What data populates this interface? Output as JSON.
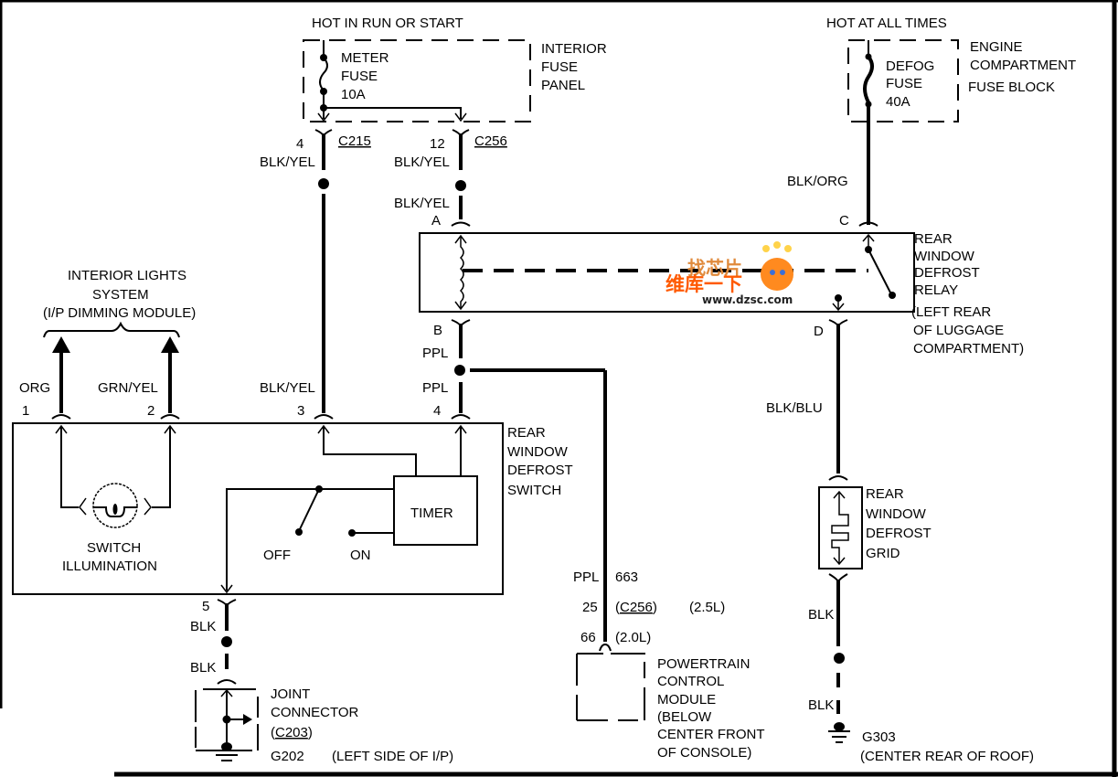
{
  "title": "Rear Window Defrost Circuit",
  "fuses": {
    "meter": {
      "power_label": "HOT IN RUN OR START",
      "lines": [
        "METER",
        "FUSE",
        "10A"
      ],
      "panel_lines": [
        "INTERIOR",
        "FUSE",
        "PANEL"
      ]
    },
    "defog": {
      "power_label": "HOT AT ALL TIMES",
      "lines": [
        "DEFOG",
        "FUSE",
        "40A"
      ],
      "panel_lines": [
        "ENGINE",
        "COMPARTMENT",
        "FUSE BLOCK"
      ]
    }
  },
  "connectors": {
    "c215": {
      "pin": "4",
      "name": "C215",
      "wire": "BLK/YEL"
    },
    "c256": {
      "pin": "12",
      "name": "C256",
      "wire": "BLK/YEL"
    }
  },
  "relay": {
    "lines": [
      "REAR",
      "WINDOW",
      "DEFROST",
      "RELAY",
      "(LEFT REAR",
      "OF LUGGAGE",
      "COMPARTMENT)"
    ],
    "pins": {
      "a": "A",
      "b": "B",
      "c": "C",
      "d": "D"
    },
    "wire_a": "BLK/YEL",
    "wire_b": "PPL",
    "wire_c": "BLK/ORG",
    "wire_d": "BLK/BLU"
  },
  "interior_lights": {
    "lines": [
      "INTERIOR LIGHTS",
      "SYSTEM",
      "(I/P DIMMING MODULE)"
    ]
  },
  "switch": {
    "lines": [
      "REAR",
      "WINDOW",
      "DEFROST",
      "SWITCH"
    ],
    "pins": [
      {
        "pin": "1",
        "wire": "ORG"
      },
      {
        "pin": "2",
        "wire": "GRN/YEL"
      },
      {
        "pin": "3",
        "wire": "BLK/YEL"
      },
      {
        "pin": "4",
        "wire": "PPL"
      }
    ],
    "illumination": [
      "SWITCH",
      "ILLUMINATION"
    ],
    "timer": "TIMER",
    "off": "OFF",
    "on": "ON",
    "ground_pin": "5",
    "ground_wire": "BLK",
    "ground_wire2": "BLK"
  },
  "joint": {
    "lines": [
      "JOINT",
      "CONNECTOR"
    ],
    "connector": "C203",
    "ground": "G202",
    "location": "(LEFT SIDE OF I/P)"
  },
  "pcm": {
    "wire": "PPL",
    "circuit": "663",
    "pin25": "25",
    "connector": "C256",
    "engine25": "(2.5L)",
    "pin66": "66",
    "engine66": "(2.0L)",
    "lines": [
      "POWERTRAIN",
      "CONTROL",
      "MODULE",
      "(BELOW",
      "CENTER FRONT",
      "OF CONSOLE)"
    ]
  },
  "grid": {
    "lines": [
      "REAR",
      "WINDOW",
      "DEFROST",
      "GRID"
    ],
    "wire1": "BLK",
    "wire2": "BLK",
    "ground": "G303",
    "location": "(CENTER REAR OF ROOF)"
  },
  "watermark": {
    "top": "找芯片",
    "middle": "维库一下",
    "url": "www.dzsc.com",
    "color_primary": "#ff6a00",
    "color_secondary": "#cc2200"
  }
}
